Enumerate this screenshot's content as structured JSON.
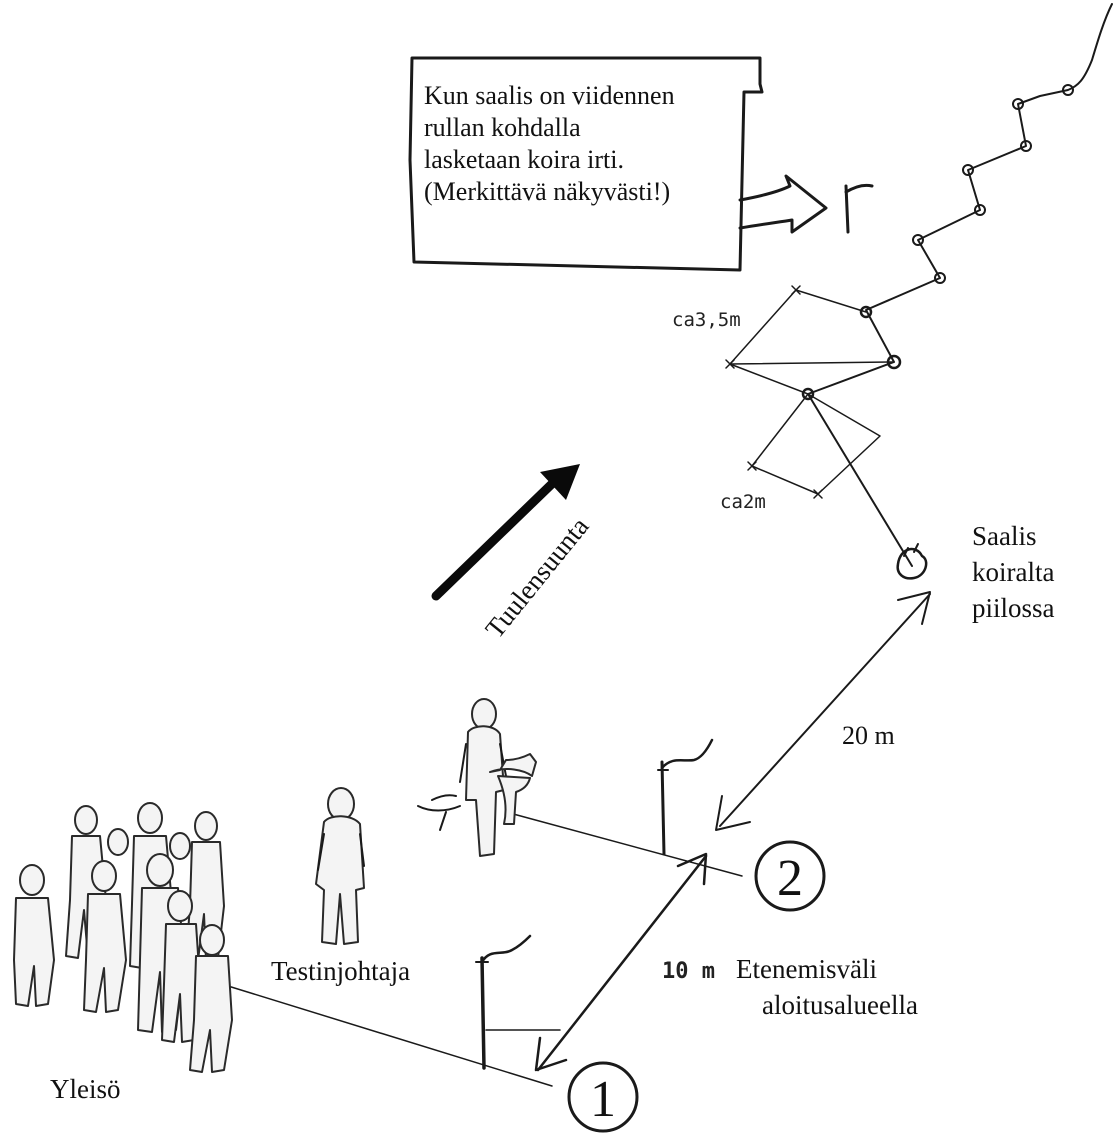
{
  "callout": {
    "lines": [
      "Kun saalis on viidennen",
      "rullan kohdalla",
      "lasketaan koira irti.",
      "(Merkittävä näkyvästi!)"
    ]
  },
  "wind": {
    "label": "Tuulensuunta"
  },
  "dimensions": {
    "upper_spacing": "ca3,5m",
    "lower_spacing": "ca2m",
    "prey_distance": "20 m",
    "start_distance": "10 m"
  },
  "prey": {
    "lines": [
      "Saalis",
      "koiralta",
      "piilossa"
    ]
  },
  "start_area": {
    "lines": [
      "Etenemisväli",
      "aloitusalueella"
    ]
  },
  "markers": {
    "one": "1",
    "two": "2"
  },
  "people": {
    "judge": "Testinjohtaja",
    "audience": "Yleisö"
  }
}
